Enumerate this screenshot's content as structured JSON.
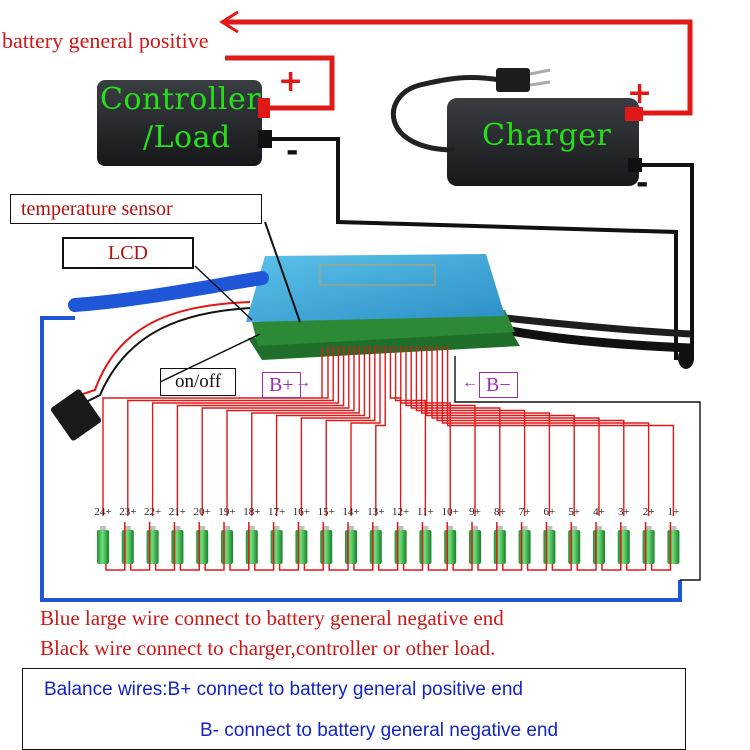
{
  "labels": {
    "battery_positive": "battery general positive",
    "controller_line1": "Controller",
    "controller_line2": "/Load",
    "charger": "Charger",
    "plus": "+",
    "minus": "-",
    "temperature_sensor": "temperature sensor",
    "lcd": "LCD",
    "on_off": "on/off",
    "b_plus": "B+",
    "b_minus": "B−"
  },
  "cells": [
    "24+",
    "23+",
    "22+",
    "21+",
    "20+",
    "19+",
    "18+",
    "17+",
    "16+",
    "15+",
    "14+",
    "13+",
    "12+",
    "11+",
    "10+",
    "9+",
    "8+",
    "7+",
    "6+",
    "5+",
    "4+",
    "3+",
    "2+",
    "1+"
  ],
  "notes": {
    "blue_wire": "Blue large wire connect to  battery general negative end",
    "black_wire": "Black wire connect to charger,controller or other load.",
    "balance_line1": "Balance wires:B+ connect to battery general positive end",
    "balance_line2": "B-  connect to battery general negative end"
  },
  "colors": {
    "positive_wire": "#e01818",
    "negative_wire": "#111111",
    "negative_main_wire": "#1f56d8",
    "label_green": "#27e01a",
    "board_blue": "#3aa6d8",
    "battery_green": "#2fc04a"
  }
}
